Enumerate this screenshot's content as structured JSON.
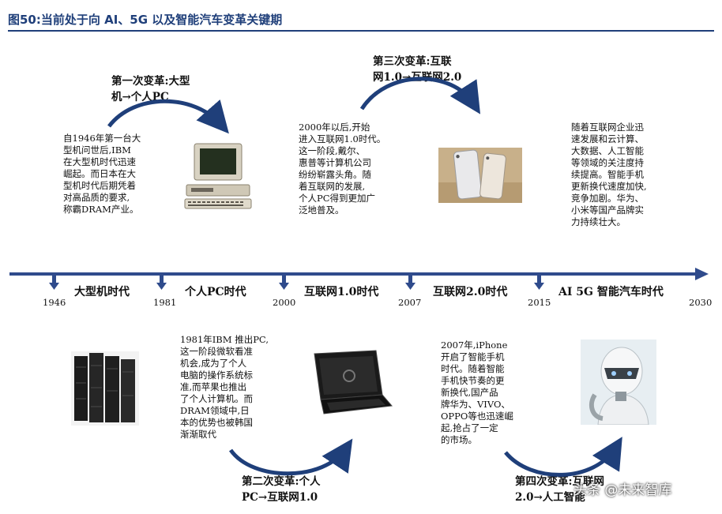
{
  "figure": {
    "title": "图50:当前处于向 AI、5G 以及智能汽车变革关键期"
  },
  "stages": [
    {
      "title_line1": "第一次变革:大型",
      "title_line2": "机→个人PC"
    },
    {
      "title_line1": "第二次变革:个人",
      "title_line2": "PC→互联网1.0"
    },
    {
      "title_line1": "第三次变革:互联",
      "title_line2": "网1.0→互联网2.0"
    },
    {
      "title_line1": "第四次变革:互联网",
      "title_line2": "2.0→人工智能"
    }
  ],
  "descriptions": {
    "mainframe": [
      "自1946年第一台大",
      "型机问世后,IBM",
      "在大型机时代迅速",
      "崛起。而日本在大",
      "型机时代后期凭着",
      "对高品质的要求,",
      "称霸DRAM产业。"
    ],
    "pc": [
      "1981年IBM 推出PC,",
      "这一阶段微软看准",
      "机会,成为了个人",
      "电脑的操作系统标",
      "准,而苹果也推出",
      "了个人计算机。而",
      "DRAM领域中,日",
      "本的优势也被韩国",
      "渐渐取代"
    ],
    "internet1": [
      "2000年以后,开始",
      "进入互联网1.0时代。",
      "这一阶段,戴尔、",
      "惠普等计算机公司",
      "纷纷崭露头角。随",
      "着互联网的发展,",
      "个人PC得到更加广",
      "泛地普及。"
    ],
    "internet2": [
      "2007年,iPhone",
      "开启了智能手机",
      "时代。随着智能",
      "手机快节奏的更",
      "新换代,国产品",
      "牌华为、VIVO、",
      "OPPO等也迅速崛",
      "起,抢占了一定",
      "的市场。"
    ],
    "ai": [
      "随着互联网企业迅",
      "速发展和云计算、",
      "大数据、人工智能",
      "等领域的关注度持",
      "续提高。智能手机",
      "更新换代速度加快,",
      "竞争加剧。华为、",
      "小米等国产品牌实",
      "力持续壮大。"
    ]
  },
  "timeline": {
    "years": [
      "1946",
      "1981",
      "2000",
      "2007",
      "2015",
      "2030"
    ],
    "eras": [
      "大型机时代",
      "个人PC时代",
      "互联网1.0时代",
      "互联网2.0时代",
      "AI 5G 智能汽车时代"
    ],
    "colors": {
      "line": "#2f4b8c",
      "arc": "#1f3f7a"
    }
  },
  "watermark": {
    "text": "头条 @未来智库"
  }
}
